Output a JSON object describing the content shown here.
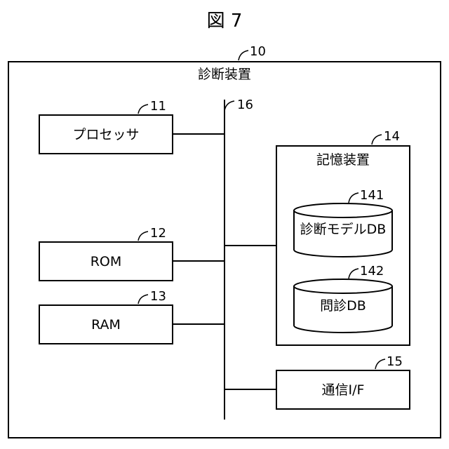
{
  "figure_title": "図 7",
  "labels": {
    "device": "診断装置",
    "processor": "プロセッサ",
    "rom": "ROM",
    "ram": "RAM",
    "storage": "記憶装置",
    "diagnosis_model_db": "診断モデルDB",
    "interview_db": "問診DB",
    "comm_if": "通信I/F"
  },
  "refs": {
    "device": "10",
    "processor": "11",
    "rom": "12",
    "ram": "13",
    "storage": "14",
    "comm_if": "15",
    "bus": "16",
    "diagnosis_model_db": "141",
    "interview_db": "142"
  }
}
